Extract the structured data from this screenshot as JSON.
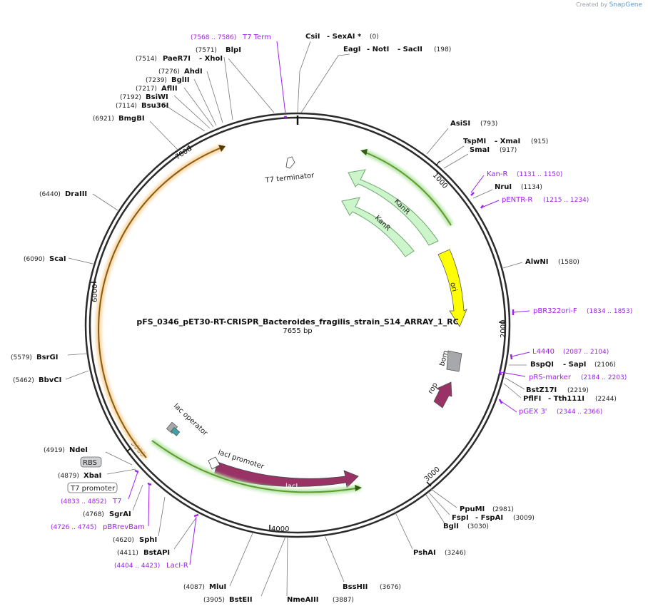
{
  "watermark": {
    "prefix": "Created by",
    "brand": "SnapGene"
  },
  "map": {
    "title": "pFS_0346_pET30-RT-CRISPR_Bacteroides_fragilis_strain_S14_ARRAY_1_RC",
    "length": "7655 bp",
    "ticks": [
      "1000",
      "2000",
      "3000",
      "4000",
      "5000",
      "6000",
      "7000"
    ],
    "features": {
      "kanr": "KanR",
      "ori": "ori",
      "bom": "bom",
      "rop": "rop",
      "laci": "lacI",
      "laci_promoter": "lacI promoter",
      "lac_operator": "lac operator",
      "t7_terminator": "T7 terminator",
      "rbs": "RBS",
      "t7_promoter": "T7 promoter"
    },
    "sites": {
      "csii": "CsiI",
      "sexai": "- SexAI *",
      "p0": "(0)",
      "eagi": "EagI",
      "noti": "- NotI",
      "sacii": "- SacII",
      "p198": "(198)",
      "asisi": "AsiSI",
      "p793": "(793)",
      "tspmi": "TspMI",
      "xmai": "- XmaI",
      "p915": "(915)",
      "smai": "SmaI",
      "p917": "(917)",
      "nrui": "NruI",
      "p1134": "(1134)",
      "alwni": "AlwNI",
      "p1580": "(1580)",
      "bspqi": "BspQI",
      "sapi": "- SapI",
      "p2106": "(2106)",
      "bstz17i": "BstZ17I",
      "p2219": "(2219)",
      "pflfi": "PflFI",
      "tth111i": "- Tth111I",
      "p2244": "(2244)",
      "ppumi": "PpuMI",
      "p2981": "(2981)",
      "fspi": "FspI",
      "fspai": "- FspAI",
      "p3009": "(3009)",
      "bgli": "BglI",
      "p3030": "(3030)",
      "pshai": "PshAI",
      "p3246": "(3246)",
      "bsshii": "BssHII",
      "p3676": "(3676)",
      "nmeaiii": "NmeAIII",
      "p3887": "(3887)",
      "bsteii": "BstEII",
      "p3905": "(3905)",
      "mlui": "MluI",
      "p4087": "(4087)",
      "bstapi": "BstAPI",
      "p4411": "(4411)",
      "sphi": "SphI",
      "p4620": "(4620)",
      "sgrai": "SgrAI",
      "p4768": "(4768)",
      "xbai": "XbaI",
      "p4879": "(4879)",
      "ndei": "NdeI",
      "p4919": "(4919)",
      "bbvci": "BbvCI",
      "p5462": "(5462)",
      "bsrgi": "BsrGI",
      "p5579": "(5579)",
      "scai": "ScaI",
      "p6090": "(6090)",
      "draiii": "DraIII",
      "p6440": "(6440)",
      "bmgbi": "BmgBI",
      "p6921": "(6921)",
      "bsu36i": "Bsu36I",
      "p7114": "(7114)",
      "bsiwi": "BsiWI",
      "p7192": "(7192)",
      "aflii": "AflII",
      "p7217": "(7217)",
      "bglii": "BglII",
      "p7239": "(7239)",
      "ahdi": "AhdI",
      "p7276": "(7276)",
      "paer7i": "PaeR7I",
      "xhoi": "- XhoI",
      "p7514": "(7514)",
      "blpi": "BlpI",
      "p7571": "(7571)"
    },
    "primers": {
      "t7term": "T7 Term",
      "t7term_pos": "(7568 .. 7586)",
      "kanr_p": "Kan-R",
      "kanr_pos": "(1131 .. 1150)",
      "pentr": "pENTR-R",
      "pentr_pos": "(1215 .. 1234)",
      "pbr322": "pBR322ori-F",
      "pbr322_pos": "(1834 .. 1853)",
      "l4440": "L4440",
      "l4440_pos": "(2087 .. 2104)",
      "prs": "pRS-marker",
      "prs_pos": "(2184 .. 2203)",
      "pgex": "pGEX 3'",
      "pgex_pos": "(2344 .. 2366)",
      "laci_r": "LacI-R",
      "laci_r_pos": "(4404 .. 4423)",
      "pbrrevbam": "pBRrevBam",
      "pbrrevbam_pos": "(4726 .. 4745)",
      "t7": "T7",
      "t7_pos": "(4833 .. 4852)"
    },
    "colors": {
      "backbone": "#2b2b2b",
      "primer": "#a020f0",
      "kanr_fill": "#ccf5cc",
      "kanr_stroke": "#7ab87a",
      "orf_green": "#6bbf3a",
      "orf_orange": "#d98a2a",
      "ori": "#ffff00",
      "laci": "#993366",
      "rop": "#993366",
      "bom": "#a6a8ab",
      "operator": "#3fa0a8"
    }
  }
}
